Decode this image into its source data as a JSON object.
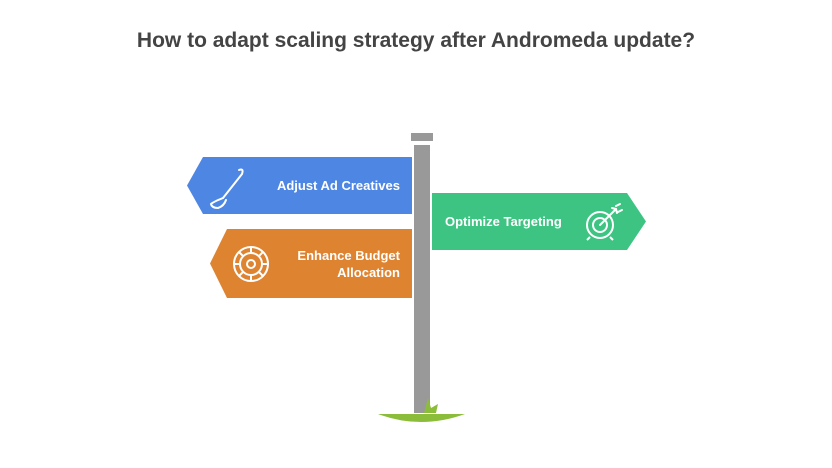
{
  "title": "How to adapt scaling strategy after Andromeda update?",
  "signs": [
    {
      "label": "Adjust Ad Creatives",
      "icon": "paintbrush-icon",
      "color": "#4e86e4",
      "direction": "left"
    },
    {
      "label": "Optimize Targeting",
      "icon": "target-icon",
      "color": "#3ec482",
      "direction": "right"
    },
    {
      "label": "Enhance Budget Allocation",
      "icon": "dial-icon",
      "color": "#de8431",
      "direction": "left"
    }
  ],
  "colors": {
    "pole": "#999999",
    "grass": "#8bbd3a",
    "title": "#444444"
  }
}
